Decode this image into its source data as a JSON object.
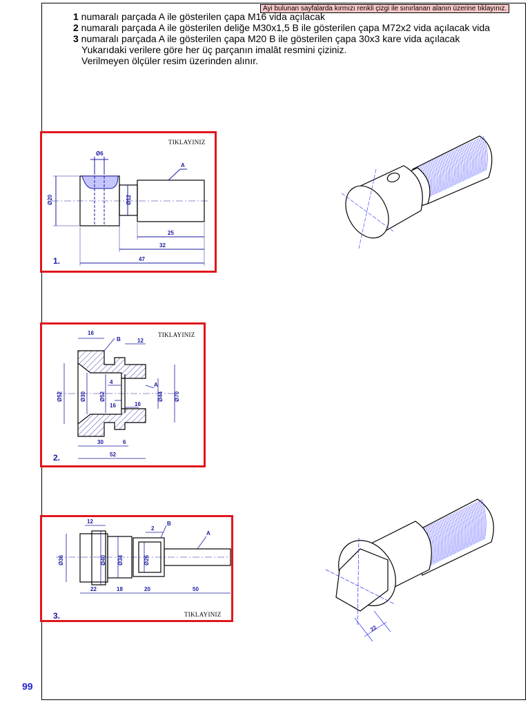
{
  "notice": "Ayi bulunan sayfalarda kırmızı renkli çizgi ile sınırlanan alanın üzerine tıklayınız.",
  "instructions": [
    {
      "num": "1",
      "text": " numaralı parçada A ile gösterilen çapa M16 vida açılacak"
    },
    {
      "num": "2",
      "text": " numaralı parçada A ile gösterilen deliğe M30x1,5 B ile gösterilen çapa M72x2 vida açılacak vida"
    },
    {
      "num": "3",
      "text": " numaralı parçada A ile gösterilen çapa M20 B ile gösterilen çapa 30x3 kare vida açılacak"
    }
  ],
  "notes": [
    "Yukarıdaki verilere göre her üç parçanın imalât resmini çiziniz.",
    "Verilmeyen ölçüler resim üzerinden alınır."
  ],
  "drawings": [
    {
      "label": "1.",
      "click_text": "TIKLAYINIZ",
      "dims": {
        "d1": "Ø6",
        "d2": "Ø20",
        "d3": "Ø12",
        "d4": "A",
        "d5": "25",
        "d6": "32",
        "d7": "47"
      }
    },
    {
      "label": "2.",
      "click_text": "TIKLAYINIZ",
      "dims": {
        "d1": "16",
        "d2": "B",
        "d3": "12",
        "d4": "Ø52",
        "d5": "Ø30",
        "d6": "Ø52",
        "d7": "4",
        "d8": "16",
        "d9": "16",
        "d10": "A",
        "d11": "Ø44",
        "d12": "Ø70",
        "d13": "30",
        "d14": "6",
        "d15": "52"
      }
    },
    {
      "label": "3.",
      "click_text": "TIKLAYINIZ",
      "dims": {
        "d1": "12",
        "d2": "2",
        "d3": "B",
        "d4": "A",
        "d5": "Ø36",
        "d6": "Ø40",
        "d7": "Ø34",
        "d8": "Ø26",
        "d9": "22",
        "d10": "18",
        "d11": "20",
        "d12": "50"
      }
    }
  ],
  "iso3_dim": "22",
  "page_number": "99",
  "colors": {
    "frame_red": "#e0161c",
    "dim_blue": "#1a1aa0",
    "thread_blue": "#2a2aff",
    "notice_bg": "#f9c7c7"
  }
}
